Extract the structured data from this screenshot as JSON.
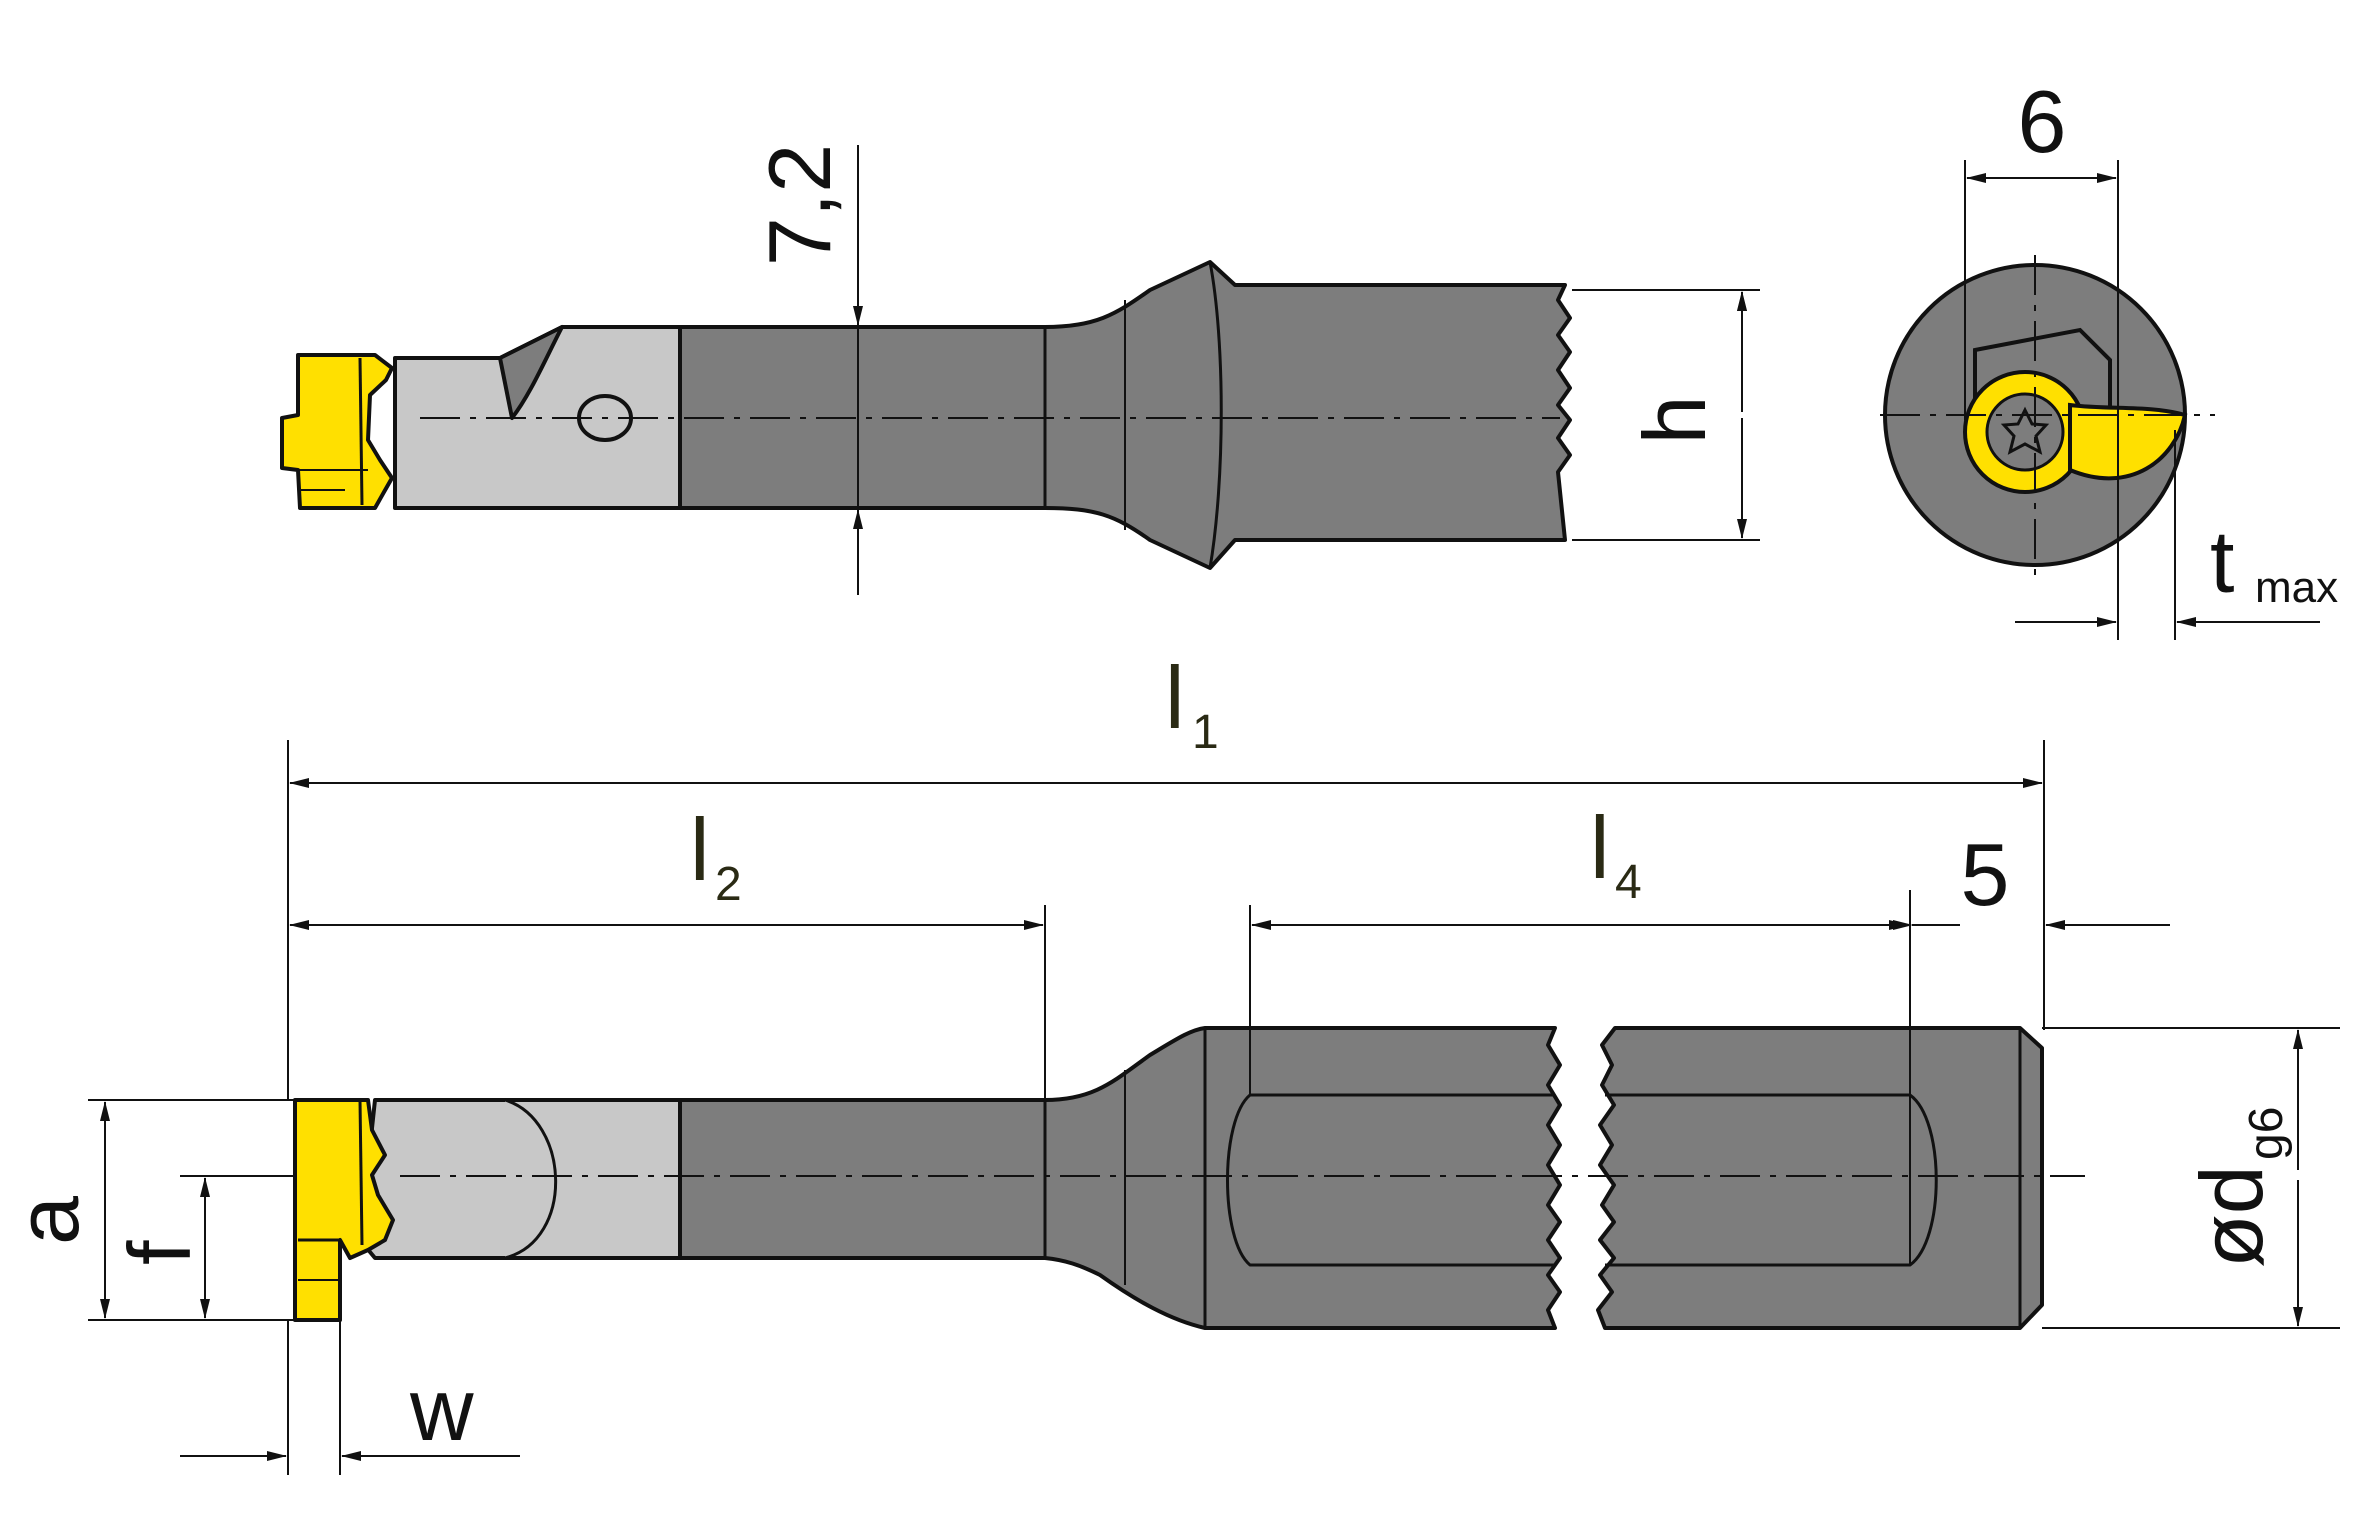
{
  "colors": {
    "shank": "#7d7d7d",
    "neck": "#c8c8c8",
    "insert": "#ffe000",
    "insert_dark": "#d9bd00",
    "line": "#111111",
    "label_l": "#2a2a14"
  },
  "top_view": {
    "dim_7_2": "7,2",
    "dim_h": "h"
  },
  "end_view": {
    "dim_6": "6",
    "dim_t": "t",
    "dim_t_sub": "max"
  },
  "bottom_view": {
    "l1_main": "l",
    "l1_sub": "1",
    "l2_main": "l",
    "l2_sub": "2",
    "l4_main": "l",
    "l4_sub": "4",
    "dim_5": "5",
    "dim_a": "a",
    "dim_f": "f",
    "dim_w": "w",
    "dim_d_main": "ød",
    "dim_d_sub": "g6"
  }
}
